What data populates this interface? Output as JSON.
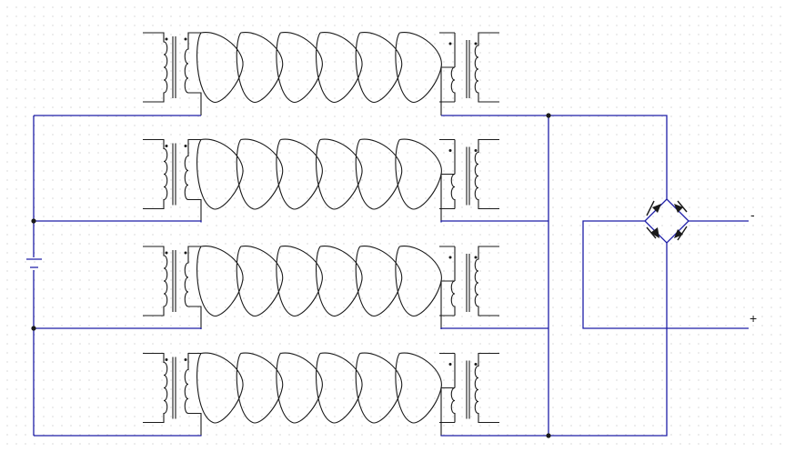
{
  "circuit": {
    "coupled_inductor_stages": 4,
    "loops_per_chain": 6,
    "rectifier": "diode-bridge",
    "output_terminals": {
      "negative": "-",
      "positive": "+"
    }
  },
  "colors": {
    "wire": "#1e1ea8",
    "component": "#1a1a1a",
    "background": "#ffffff",
    "grid_dot": "#d6d6d6"
  }
}
